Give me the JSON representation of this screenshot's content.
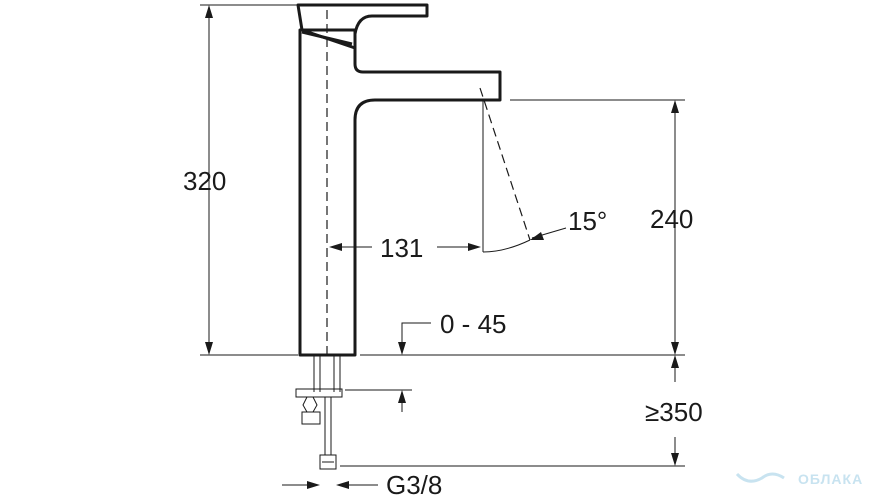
{
  "dimensions": {
    "total_height": "320",
    "spout_height": "240",
    "spout_reach": "131",
    "spray_angle": "15°",
    "mounting_thickness": "0 - 45",
    "hose_length": "≥350",
    "connection_thread": "G3/8"
  },
  "watermark": {
    "text": "ОБЛАКА"
  },
  "colors": {
    "line": "#1a1a1a",
    "watermark": "#c8e3f0"
  }
}
